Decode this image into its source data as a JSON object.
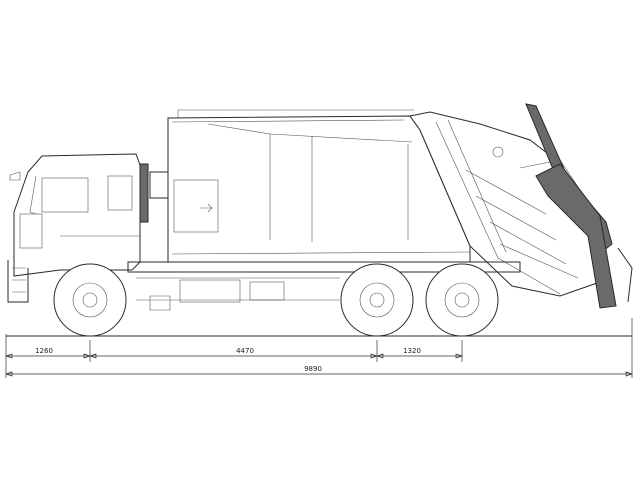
{
  "dimensions": {
    "front_overhang": "1260",
    "wheelbase": "4470",
    "rear_axle_spacing": "1320",
    "overall_length": "9890"
  },
  "colors": {
    "line": "#2a2a2a",
    "background": "#ffffff",
    "lever_fill": "#6a6a6a"
  }
}
